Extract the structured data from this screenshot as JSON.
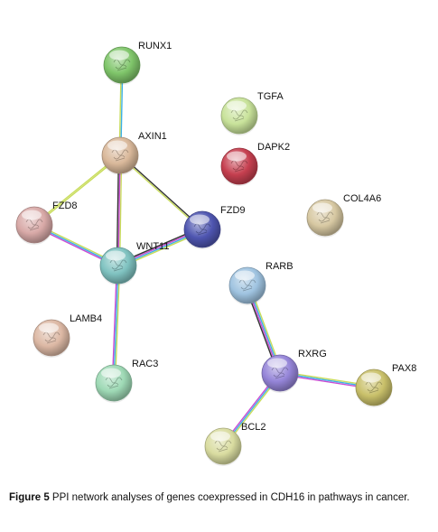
{
  "network": {
    "nodes": [
      {
        "id": "RUNX1",
        "label": "RUNX1",
        "color": "#7fc56a"
      },
      {
        "id": "AXIN1",
        "label": "AXIN1",
        "color": "#d9b89a"
      },
      {
        "id": "TGFA",
        "label": "TGFA",
        "color": "#c8e29a"
      },
      {
        "id": "DAPK2",
        "label": "DAPK2",
        "color": "#c53f4f"
      },
      {
        "id": "COL4A6",
        "label": "COL4A6",
        "color": "#d7c8a2"
      },
      {
        "id": "FZD8",
        "label": "FZD8",
        "color": "#d8a9a7"
      },
      {
        "id": "FZD9",
        "label": "FZD9",
        "color": "#4e55b0"
      },
      {
        "id": "WNT11",
        "label": "WNT11",
        "color": "#7fc2c0"
      },
      {
        "id": "RARB",
        "label": "RARB",
        "color": "#9fc3e0"
      },
      {
        "id": "LAMB4",
        "label": "LAMB4",
        "color": "#dcb8a4"
      },
      {
        "id": "RXRG",
        "label": "RXRG",
        "color": "#9585d8"
      },
      {
        "id": "RAC3",
        "label": "RAC3",
        "color": "#9ed9b5"
      },
      {
        "id": "PAX8",
        "label": "PAX8",
        "color": "#c9c06a"
      },
      {
        "id": "BCL2",
        "label": "BCL2",
        "color": "#d9dca0"
      }
    ],
    "edges": [
      {
        "source": "RUNX1",
        "target": "AXIN1",
        "colors": [
          "#3cb0e6",
          "#c8dc5a"
        ]
      },
      {
        "source": "AXIN1",
        "target": "FZD8",
        "colors": [
          "#c8dc5a",
          "#c8dc5a"
        ]
      },
      {
        "source": "AXIN1",
        "target": "FZD9",
        "colors": [
          "#333333",
          "#c8dc5a"
        ]
      },
      {
        "source": "AXIN1",
        "target": "WNT11",
        "colors": [
          "#c8dc5a",
          "#c84bd2",
          "#333333"
        ]
      },
      {
        "source": "FZD8",
        "target": "WNT11",
        "colors": [
          "#c8dc5a",
          "#3cb0e6",
          "#c84bd2"
        ]
      },
      {
        "source": "FZD9",
        "target": "WNT11",
        "colors": [
          "#c8dc5a",
          "#3cb0e6",
          "#c84bd2",
          "#333333"
        ]
      },
      {
        "source": "WNT11",
        "target": "RAC3",
        "colors": [
          "#c8dc5a",
          "#3cb0e6",
          "#c84bd2"
        ]
      },
      {
        "source": "RARB",
        "target": "RXRG",
        "colors": [
          "#c8dc5a",
          "#3cb0e6",
          "#c84bd2",
          "#333333"
        ]
      },
      {
        "source": "RXRG",
        "target": "PAX8",
        "colors": [
          "#c8dc5a",
          "#3cb0e6",
          "#c84bd2"
        ]
      },
      {
        "source": "RXRG",
        "target": "BCL2",
        "colors": [
          "#c8dc5a",
          "#3cb0e6",
          "#c84bd2"
        ]
      }
    ]
  },
  "caption": {
    "label": "Figure 5",
    "text": " PPI network analyses of genes coexpressed in CDH16 in pathways in cancer."
  }
}
